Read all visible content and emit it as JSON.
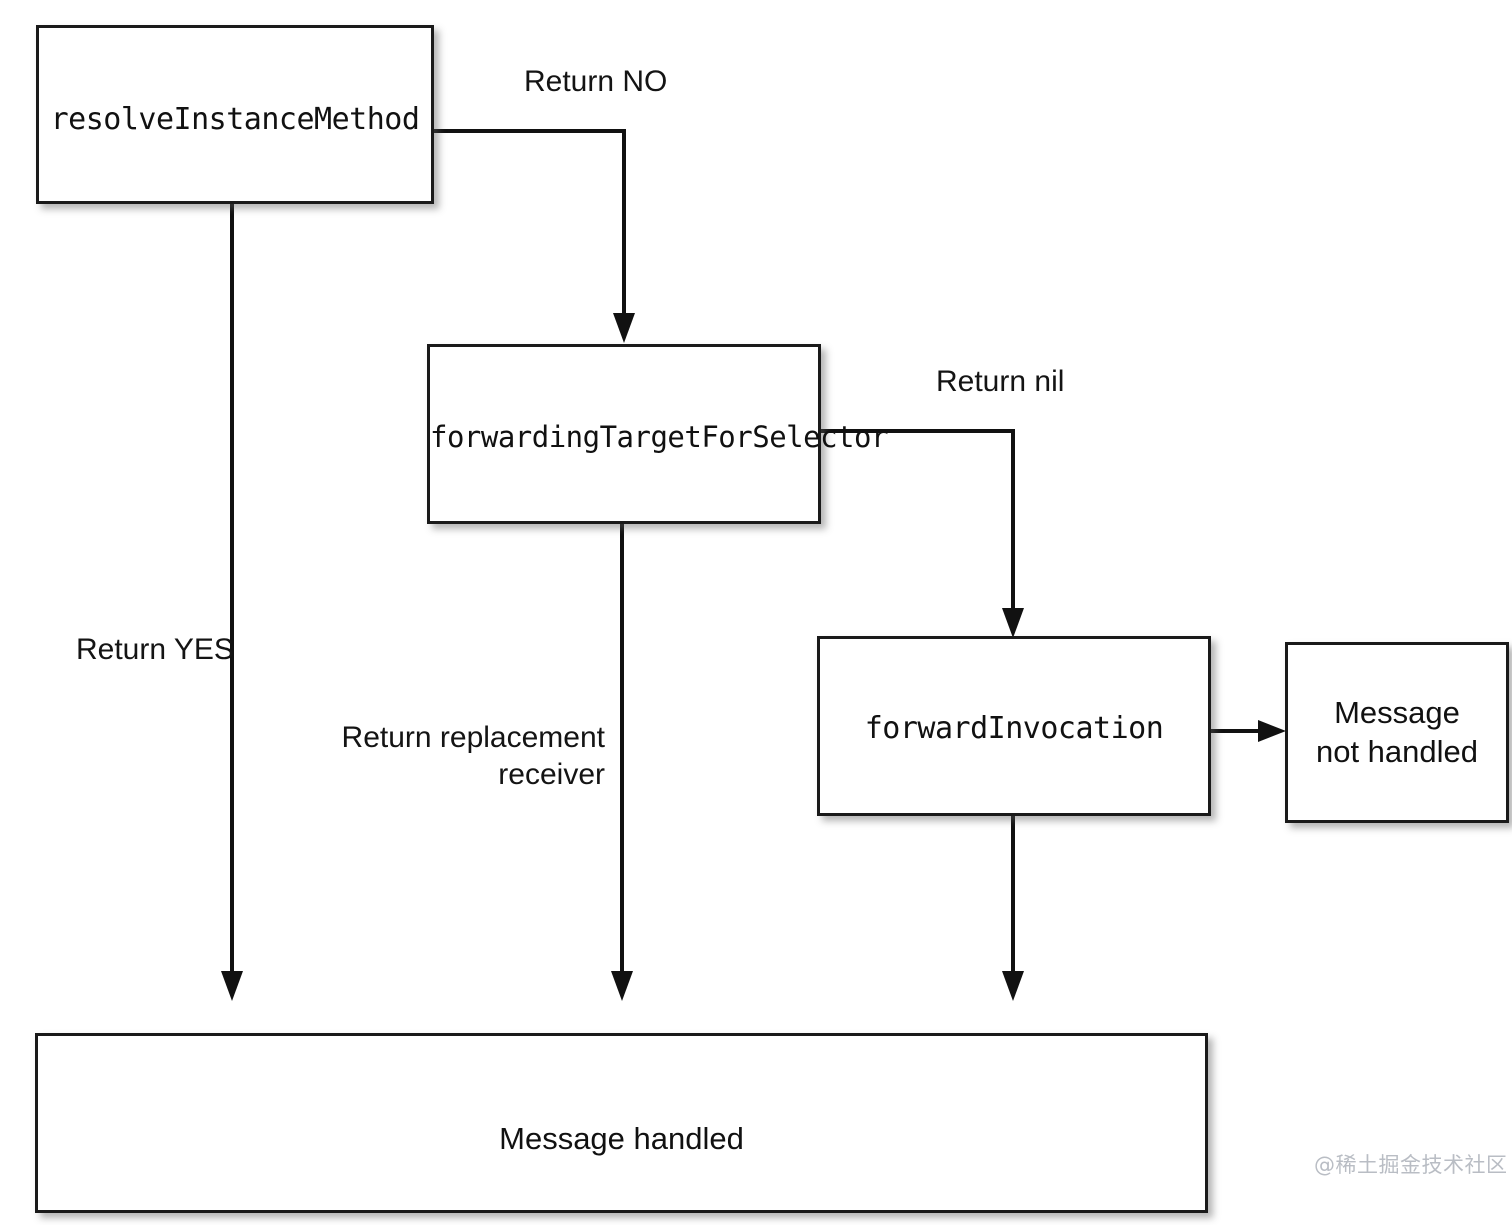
{
  "diagram": {
    "title": "Objective-C message forwarding flow",
    "background_color": "#ffffff",
    "line_color": "#111111",
    "box_border_color": "#1a1a1a",
    "nodes": [
      {
        "id": "resolveInstanceMethod",
        "label": "resolveInstanceMethod"
      },
      {
        "id": "forwardingTargetForSelector",
        "label": "forwardingTargetForSelector"
      },
      {
        "id": "forwardInvocation",
        "label": "forwardInvocation"
      },
      {
        "id": "messageNotHandled",
        "label": "Message\nnot handled"
      },
      {
        "id": "messageHandled",
        "label": "Message handled"
      }
    ],
    "edge_labels": {
      "return_no": "Return NO",
      "return_nil": "Return nil",
      "return_yes": "Return YES",
      "return_replacement_receiver": "Return replacement\nreceiver"
    }
  },
  "watermark": {
    "text": "@稀土掘金技术社区",
    "color": "#b9bdc4"
  }
}
